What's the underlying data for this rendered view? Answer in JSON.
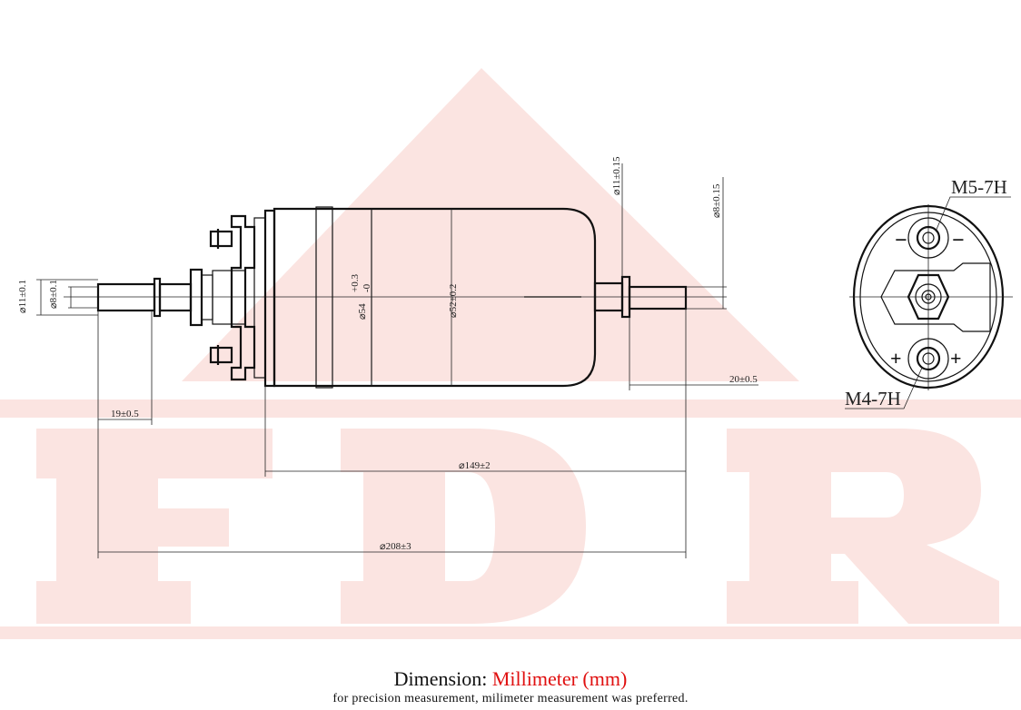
{
  "watermark": {
    "text": "FDR",
    "color": "#f8d8d4"
  },
  "dimensions": {
    "left_outer_dia": "⌀11±0.1",
    "left_inner_dia": "⌀8±0.1",
    "body_dia_outer": "⌀54",
    "body_dia_outer_tol_upper": "+0.3",
    "body_dia_outer_tol_lower": "-0",
    "body_dia": "⌀52±0.2",
    "right_outer_dia": "⌀11±0.15",
    "right_inner_dia": "⌀8±0.15",
    "left_pipe_length": "19±0.5",
    "right_pipe_length": "20±0.5",
    "body_length": "⌀149±2",
    "total_length": "⌀208±3"
  },
  "end_view": {
    "top_thread": "M5-7H",
    "bottom_thread": "M4-7H",
    "top_polarity": "−",
    "bottom_polarity": "+"
  },
  "footer": {
    "label": "Dimension:",
    "unit": "Millimeter (mm)",
    "note": "for precision measurement, milimeter measurement was preferred.",
    "unit_color": "#e01010"
  }
}
